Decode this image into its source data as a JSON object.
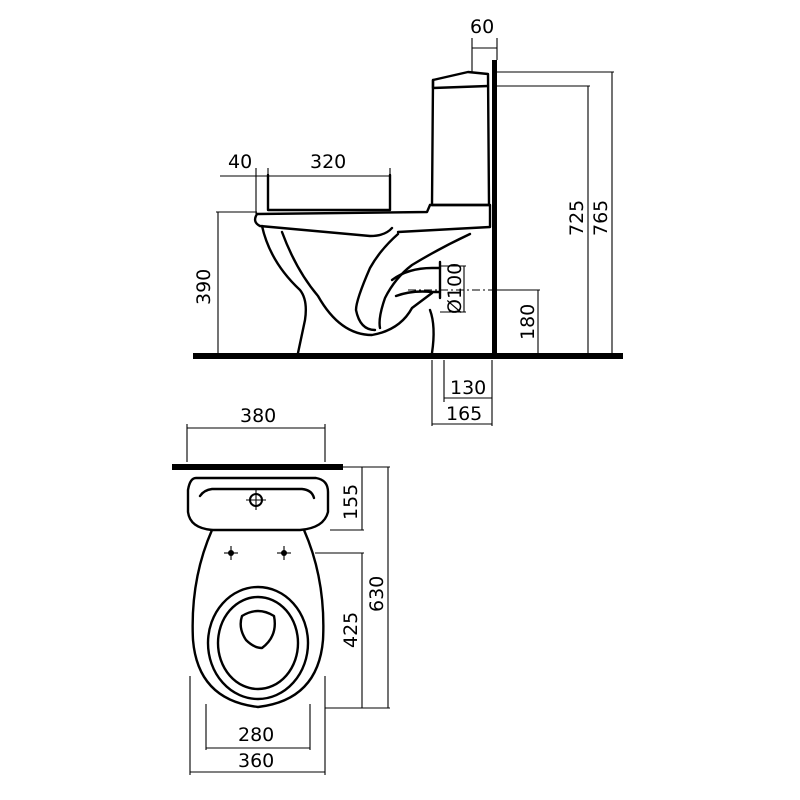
{
  "side_view": {
    "dims": {
      "tank_depth": "60",
      "seat_offset": "40",
      "seat_length": "320",
      "seat_height": "390",
      "tank_height": "725",
      "total_height": "765",
      "outlet_height": "180",
      "outlet_diameter": "Ø100",
      "outlet_wall_130": "130",
      "outlet_wall_165": "165"
    }
  },
  "top_view": {
    "dims": {
      "tank_width": "380",
      "tank_depth": "155",
      "bowl_length": "425",
      "total_depth": "630",
      "seat_inner_width": "280",
      "bowl_width": "360"
    }
  }
}
